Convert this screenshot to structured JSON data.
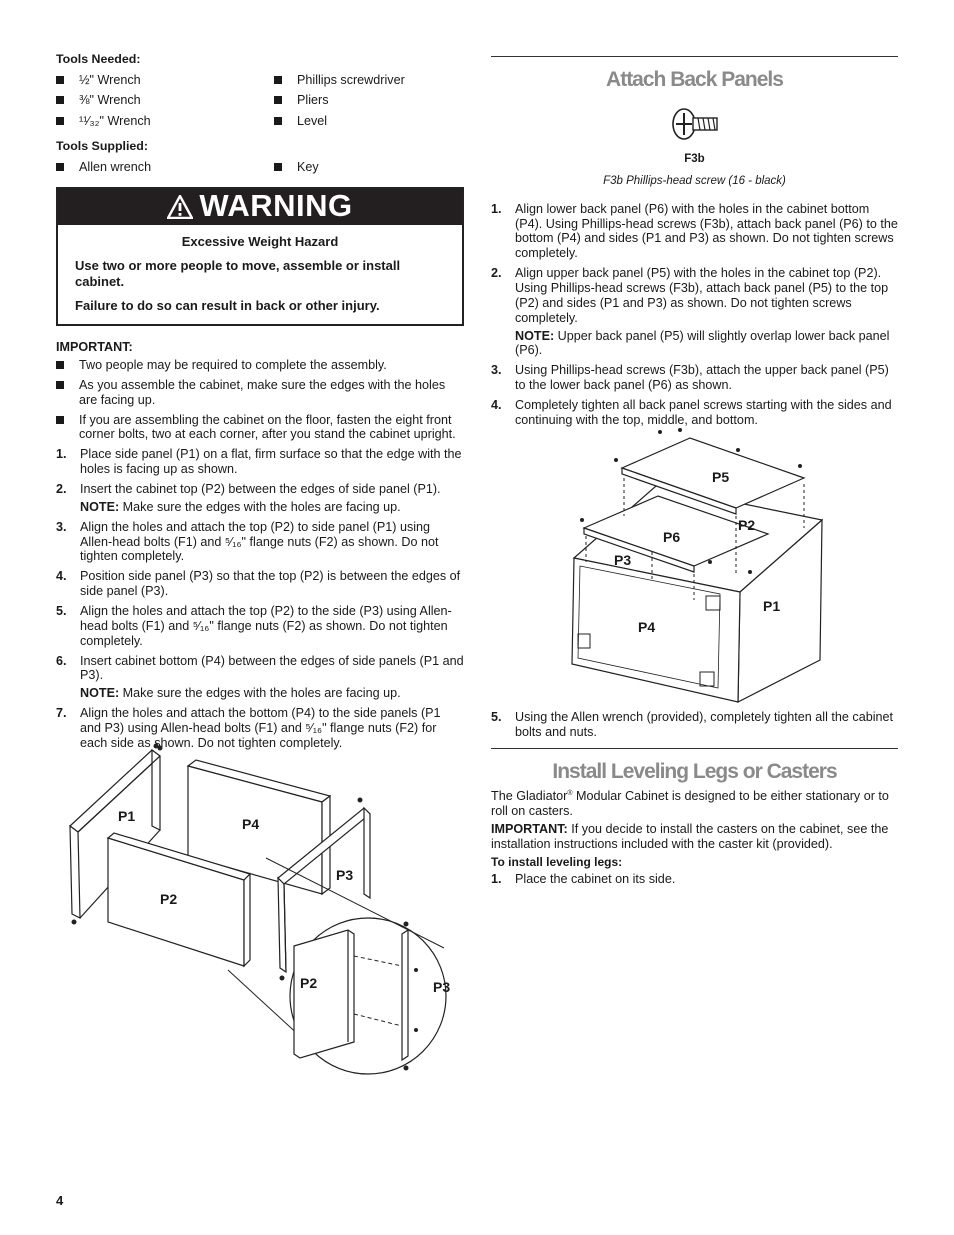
{
  "tools_needed": {
    "heading": "Tools Needed:",
    "items": [
      "½\" Wrench",
      "Phillips screwdriver",
      "⅜\" Wrench",
      "Pliers",
      "¹¹⁄₃₂\" Wrench",
      "Level"
    ]
  },
  "tools_supplied": {
    "heading": "Tools Supplied:",
    "items": [
      "Allen wrench",
      "Key"
    ]
  },
  "warning": {
    "title": "WARNING",
    "hazard": "Excessive Weight Hazard",
    "line1": "Use two or more people to move, assemble or install cabinet.",
    "line2": "Failure to do so can result in back or other injury."
  },
  "important": {
    "heading": "IMPORTANT:",
    "bullets": [
      "Two people may be required to complete the assembly.",
      "As you assemble the cabinet, make sure the edges with the holes are facing up.",
      "If you are assembling the cabinet on the floor, fasten the eight front corner bolts, two at each corner, after you stand the cabinet upright."
    ]
  },
  "left_steps": [
    {
      "num": "1.",
      "text": "Place side panel (P1) on a flat, firm surface so that the edge with the holes is facing up as shown."
    },
    {
      "num": "2.",
      "text": "Insert the cabinet top (P2) between the edges of side panel (P1).",
      "note_label": "NOTE:",
      "note": " Make sure the edges with the holes are facing up."
    },
    {
      "num": "3.",
      "text": "Align the holes and attach the top (P2) to side panel (P1) using Allen-head bolts (F1) and ⁵⁄₁₆\" flange nuts (F2) as shown. Do not tighten completely."
    },
    {
      "num": "4.",
      "text": "Position side panel (P3) so that the top (P2) is between the edges of side panel (P3)."
    },
    {
      "num": "5.",
      "text": "Align the holes and attach the top (P2) to the side (P3) using Allen-head bolts (F1) and ⁵⁄₁₆\" flange nuts (F2) as shown. Do not tighten completely."
    },
    {
      "num": "6.",
      "text": "Insert cabinet bottom (P4) between the edges of side panels (P1 and P3).",
      "note_label": "NOTE:",
      "note": " Make sure the edges with the holes are facing up."
    },
    {
      "num": "7.",
      "text": "Align the holes and attach the bottom (P4) to the side panels (P1 and P3) using Allen-head bolts (F1) and ⁵⁄₁₆\" flange nuts (F2) for each side as shown. Do not tighten completely."
    }
  ],
  "attach_back": {
    "title": "Attach Back Panels",
    "part_code": "F3b",
    "caption": "F3b Phillips-head screw (16 - black)",
    "steps": [
      {
        "num": "1.",
        "text": "Align lower back panel (P6) with the holes in the cabinet bottom (P4). Using Phillips-head screws (F3b), attach back panel (P6) to the bottom (P4) and sides (P1 and P3) as shown. Do not tighten screws completely."
      },
      {
        "num": "2.",
        "text": "Align upper back panel (P5) with the holes in the cabinet top (P2). Using Phillips-head screws (F3b), attach back panel (P5) to the top (P2) and sides (P1 and P3) as shown. Do not tighten screws completely.",
        "note_label": "NOTE:",
        "note": " Upper back panel (P5) will slightly overlap lower back panel (P6)."
      },
      {
        "num": "3.",
        "text": "Using Phillips-head screws (F3b), attach the upper back panel (P5) to the lower back panel (P6) as shown."
      },
      {
        "num": "4.",
        "text": "Completely tighten all back panel screws starting with the sides and continuing with the top, middle, and bottom."
      }
    ],
    "step5": {
      "num": "5.",
      "text": "Using the Allen wrench (provided), completely tighten all the cabinet bolts and nuts."
    }
  },
  "leveling": {
    "title": "Install Leveling Legs or Casters",
    "intro_a": "The Gladiator",
    "intro_reg": "®",
    "intro_b": " Modular Cabinet is designed to be either stationary or to roll on casters.",
    "important_label": "IMPORTANT:",
    "important_text": " If you decide to install the casters on the cabinet, see the installation instructions included with the caster kit (provided).",
    "sub": "To install leveling legs:",
    "step1": {
      "num": "1.",
      "text": "Place the cabinet on its side."
    }
  },
  "figure_labels": {
    "left": [
      "P1",
      "P4",
      "P2",
      "P3",
      "P2",
      "P3"
    ],
    "right": [
      "P5",
      "P2",
      "P6",
      "P3",
      "P1",
      "P4"
    ]
  },
  "page_number": "4"
}
